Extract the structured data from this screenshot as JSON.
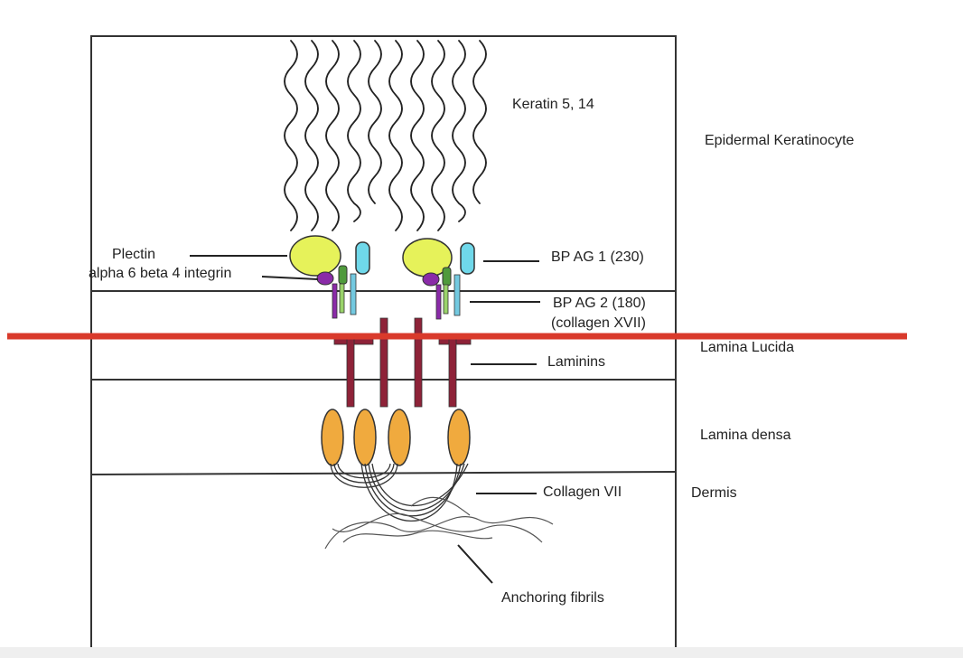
{
  "labels": {
    "keratin": "Keratin 5, 14",
    "epidermal": "Epidermal Keratinocyte",
    "plectin": "Plectin",
    "integrin": "alpha 6 beta 4 integrin",
    "bpag1": "BP AG 1 (230)",
    "bpag2": "BP AG 2 (180)",
    "collagen17": "(collagen XVII)",
    "lamina_lucida": "Lamina Lucida",
    "laminins": "Laminins",
    "lamina_densa": "Lamina densa",
    "collagen7": "Collagen VII",
    "dermis": "Dermis",
    "anchoring": "Anchoring fibrils"
  },
  "colors": {
    "outline": "#333333",
    "red_line": "#d93a2b",
    "plectin": "#e6f25a",
    "bpag1": "#6fd8ea",
    "integrin_green": "#4f9a3c",
    "integrin_light": "#9ad36a",
    "integrin_purple": "#8a2ba8",
    "bpag2": "#73c9e0",
    "laminin": "#8e2238",
    "lamina_densa": "#f0aa3e",
    "fibril": "#444444"
  }
}
